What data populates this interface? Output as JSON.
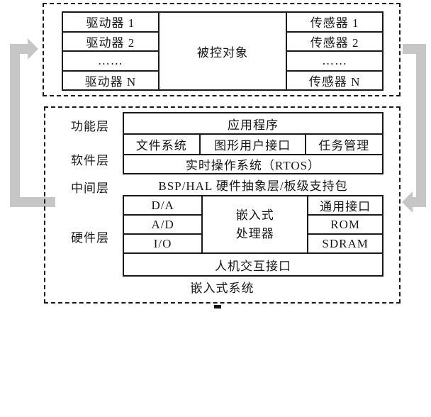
{
  "colors": {
    "arrow": "#c6c6c6",
    "line": "#1a1a1a",
    "background": "#ffffff"
  },
  "top_box": {
    "drivers": [
      "驱动器 1",
      "驱动器 2",
      "……",
      "驱动器 N"
    ],
    "center": "被控对象",
    "sensors": [
      "传感器 1",
      "传感器 2",
      "……",
      "传感器 N"
    ]
  },
  "bottom_box": {
    "layer_labels": [
      "功能层",
      "软件层",
      "中间层",
      "硬件层"
    ],
    "application": "应用程序",
    "software_cells": [
      "文件系统",
      "图形用户接口",
      "任务管理"
    ],
    "rtos": "实时操作系统（RTOS）",
    "bsp": "BSP/HAL 硬件抽象层/板级支持包",
    "hw_left": [
      "D/A",
      "A/D",
      "I/O"
    ],
    "hw_center_line1": "嵌入式",
    "hw_center_line2": "处理器",
    "hw_right": [
      "通用接口",
      "ROM",
      "SDRAM"
    ],
    "hmi": "人机交互接口",
    "caption": "嵌入式系统"
  }
}
